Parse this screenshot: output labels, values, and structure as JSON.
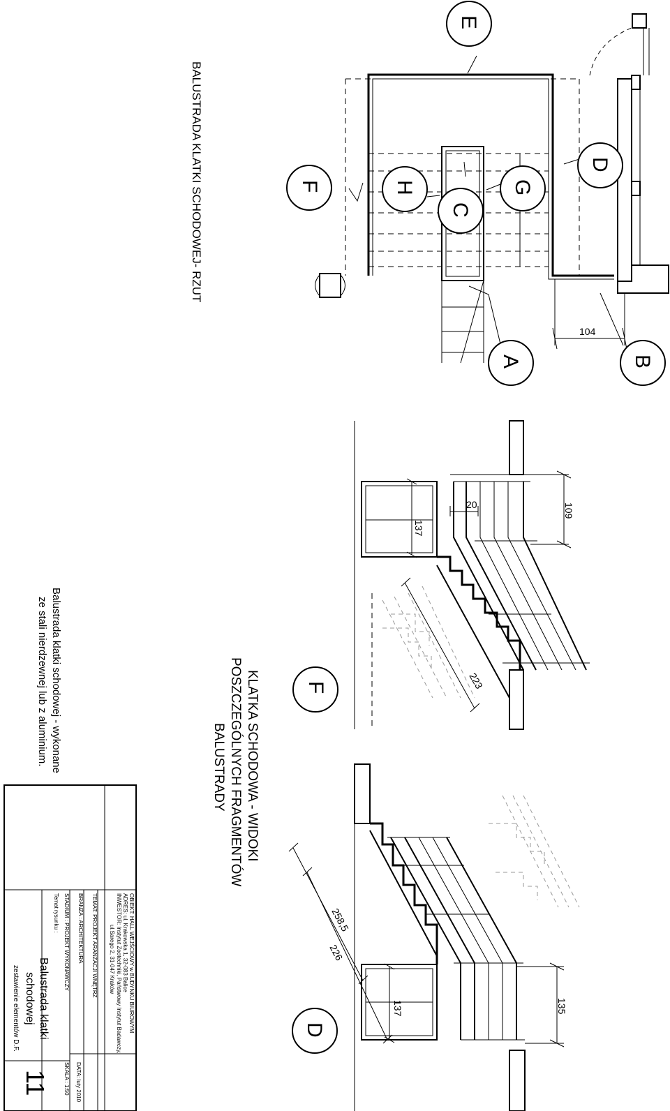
{
  "titles": {
    "plan": "BALUSTRADA KLATKI SCHODOWEJ- RZUT",
    "views_line1": "KLATKA SCHODOWA - WIDOKI",
    "views_line2": "POSZCZEGÓLNYCH FRAGMENTÓW",
    "views_line3": "BALUSTRADY"
  },
  "note": {
    "line1": "Balustrada klatki schodowej - wykonane",
    "line2": "ze stali nierdzewnej lub z aluminium."
  },
  "plan_markers": [
    "E",
    "D",
    "F",
    "H",
    "G",
    "C",
    "A",
    "B"
  ],
  "plan_dimension": "104",
  "view_f": {
    "marker": "F",
    "dims": [
      "109",
      "20",
      "137",
      "223"
    ]
  },
  "view_d": {
    "marker": "D",
    "dims": [
      "258,5",
      "226",
      "137",
      "135"
    ]
  },
  "title_block": {
    "obiekt": "OBIEKT: HALL WEJŚCIOWY w BUDYNKU BIUROWYM",
    "adres": "ADRES: ul. Krakowska 1, 32-083 Balice",
    "inwestor": "INWESTOR: Instytut Zootechniki, Państwowy Instytut Badawczy,",
    "inwestor_addr": "ul.Sarego 2, 31-047 Kraków",
    "temat": "TEMAT:  PROJEKT  ARANŻACJI WNĘTRZ",
    "data": "DATA:  luty 2010",
    "branza": "BRANŻA : ARCHITEKTURA",
    "stadium": "STADIUM : PROJEKT  WYKONAWCZY",
    "skala": "SKALA :   1:50",
    "temat_rysunku_label": "Temat rysunku :",
    "drawing_title_line1": "Balustrada klatki",
    "drawing_title_line2": "schodowej",
    "drawing_subtitle": "zestawienie elementów D.F.",
    "sheet_number": "11"
  }
}
